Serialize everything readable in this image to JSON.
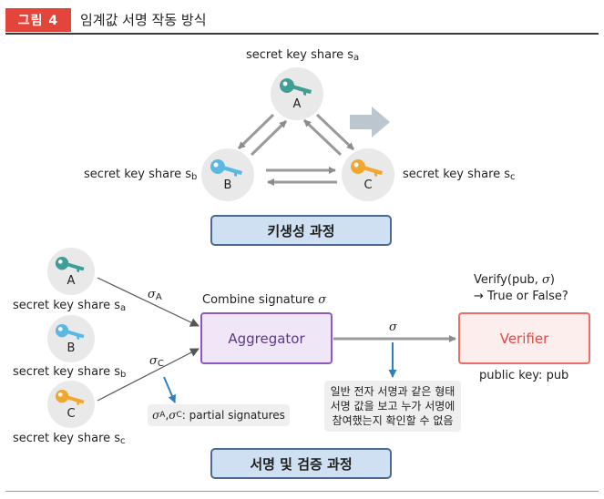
{
  "figure": {
    "badge": "그림 4",
    "title": "임계값 서명 작동 방식"
  },
  "keygen": {
    "caption_a": "secret key share s",
    "sub_a": "a",
    "caption_b": "secret key share s",
    "sub_b": "b",
    "caption_c": "secret key share s",
    "sub_c": "c",
    "node_a": "A",
    "node_b": "B",
    "node_c": "C",
    "stage_label": "키생성 과정"
  },
  "signing": {
    "party_a": "A",
    "party_b": "B",
    "party_c": "C",
    "caption_a": "secret key share s",
    "sub_a": "a",
    "caption_b": "secret key share s",
    "sub_b": "b",
    "caption_c": "secret key share s",
    "sub_c": "c",
    "sigma_a_symbol": "σ",
    "sigma_a_sub": "A",
    "sigma_c_symbol": "σ",
    "sigma_c_sub": "C",
    "combine_text": "Combine signature ",
    "combine_sigma": "σ",
    "aggregator_label": "Aggregator",
    "sigma_out": "σ",
    "partial_note": {
      "sigma_a": "σ",
      "sub_a": "A",
      "sep": ", ",
      "sigma_c": "σ",
      "sub_c": "C",
      "text": ": partial signatures"
    },
    "verify_line1_pre": "Verify(pub, ",
    "verify_sigma": "σ",
    "verify_line1_post": ")",
    "verify_line2": "→ True or False?",
    "verifier_label": "Verifier",
    "public_key_label": "public key: pub",
    "info_note": [
      "일반 전자 서명과 같은 형태",
      "서명 값을 보고 누가 서명에",
      "참여했는지 확인할 수 없음"
    ],
    "stage_label": "서명 및 검증 과정"
  },
  "colors": {
    "key_a": "#3f9e95",
    "key_b": "#5ab8e2",
    "key_c": "#f0a62f",
    "badge": "#e4453a",
    "aggregator_border": "#8d58c2",
    "verifier_border": "#ef6c6c",
    "stage_fill": "#cfe0f3",
    "arrow_blue": "#2f7fc0"
  },
  "icons": {
    "party": "key-icon",
    "flow": "arrow-icon"
  }
}
